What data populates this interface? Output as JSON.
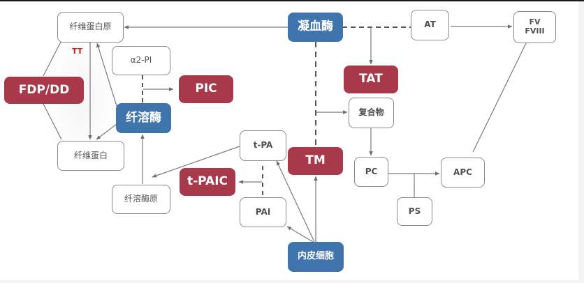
{
  "diagram": {
    "type": "flowchart",
    "subject": "coagulation and fibrinolysis pathway",
    "colors": {
      "marker_red": "#a8394a",
      "enzyme_blue": "#3f74ad",
      "box_border": "#8a8a8a",
      "line": "#7a7a7a",
      "tt_label": "#d42020"
    },
    "nodes": {
      "fibrinogen": {
        "label": "纤维蛋白原",
        "style": "white"
      },
      "a2pi": {
        "label": "α2-PI",
        "style": "white"
      },
      "fdpdd": {
        "label": "FDP/DD",
        "style": "red"
      },
      "pic": {
        "label": "PIC",
        "style": "red"
      },
      "plasmin": {
        "label": "纤溶酶",
        "style": "blue"
      },
      "fibrin": {
        "label": "纤维蛋白",
        "style": "white"
      },
      "plasminogen": {
        "label": "纤溶酶原",
        "style": "white"
      },
      "thrombin": {
        "label": "凝血酶",
        "style": "blue"
      },
      "at": {
        "label": "AT",
        "style": "white"
      },
      "fv_fviii": {
        "label_line1": "FV",
        "label_line2": "FVIII",
        "style": "white"
      },
      "tat": {
        "label": "TAT",
        "style": "red"
      },
      "complex": {
        "label": "复合物",
        "style": "white"
      },
      "tpa": {
        "label": "t-PA",
        "style": "white"
      },
      "tm": {
        "label": "TM",
        "style": "red"
      },
      "tpaic": {
        "label": "t-PAIC",
        "style": "red"
      },
      "pai": {
        "label": "PAI",
        "style": "white"
      },
      "pc": {
        "label": "PC",
        "style": "white"
      },
      "apc": {
        "label": "APC",
        "style": "white"
      },
      "ps": {
        "label": "PS",
        "style": "white"
      },
      "endothelial": {
        "label": "内皮细胞",
        "style": "blue"
      }
    },
    "annotations": {
      "tt": "TT"
    },
    "edges": [
      {
        "from": "thrombin",
        "to": "fibrinogen",
        "style": "solid",
        "arrow": true
      },
      {
        "from": "fibrinogen",
        "to": "fibrin",
        "style": "solid",
        "arrow": true
      },
      {
        "from": "fibrinogen",
        "to": "fdpdd",
        "style": "solid",
        "arrow": false
      },
      {
        "from": "fdpdd",
        "to": "fibrin",
        "style": "solid",
        "arrow": false
      },
      {
        "from": "plasmin",
        "to": "fibrinogen",
        "style": "solid",
        "arrow": true
      },
      {
        "from": "plasmin",
        "to": "fibrin",
        "style": "solid",
        "arrow": true
      },
      {
        "from": "a2pi",
        "to": "plasmin",
        "style": "dashed",
        "arrow": false
      },
      {
        "from": "a2pi+plasmin",
        "to": "pic",
        "style": "solid",
        "arrow": true
      },
      {
        "from": "plasminogen",
        "to": "plasmin",
        "style": "solid",
        "arrow": true
      },
      {
        "from": "tpa",
        "to": "plasminogen",
        "style": "solid",
        "arrow": true
      },
      {
        "from": "tpa",
        "to": "pai",
        "style": "dashed",
        "arrow": false
      },
      {
        "from": "tpa+pai",
        "to": "tpaic",
        "style": "solid",
        "arrow": true
      },
      {
        "from": "thrombin",
        "to": "at",
        "style": "dashed",
        "arrow": false
      },
      {
        "from": "thrombin+at",
        "to": "tat",
        "style": "solid",
        "arrow": true
      },
      {
        "from": "at",
        "to": "fv_fviii",
        "style": "solid",
        "arrow": true
      },
      {
        "from": "thrombin",
        "to": "tm",
        "style": "dashed",
        "arrow": false
      },
      {
        "from": "thrombin+tm",
        "to": "complex",
        "style": "solid",
        "arrow": true
      },
      {
        "from": "complex",
        "to": "pc",
        "style": "solid",
        "arrow": true
      },
      {
        "from": "pc+ps",
        "to": "apc",
        "style": "solid",
        "arrow": true
      },
      {
        "from": "apc",
        "to": "fv_fviii",
        "style": "solid",
        "arrow": false
      },
      {
        "from": "endothelial",
        "to": "tm",
        "style": "solid",
        "arrow": true
      },
      {
        "from": "endothelial",
        "to": "tpa",
        "style": "solid",
        "arrow": true
      },
      {
        "from": "endothelial",
        "to": "pai",
        "style": "solid",
        "arrow": true
      }
    ]
  }
}
